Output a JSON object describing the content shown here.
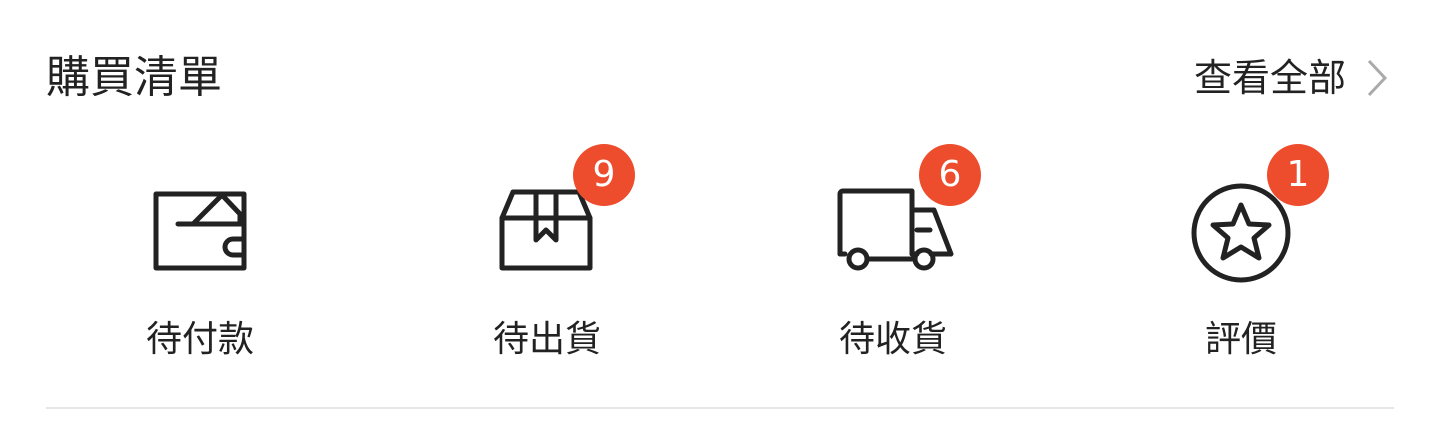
{
  "header": {
    "title": "購買清單",
    "view_all_label": "查看全部"
  },
  "items": [
    {
      "label": "待付款",
      "icon": "wallet-icon",
      "badge": null
    },
    {
      "label": "待出貨",
      "icon": "package-icon",
      "badge": "9"
    },
    {
      "label": "待收貨",
      "icon": "truck-icon",
      "badge": "6"
    },
    {
      "label": "評價",
      "icon": "star-icon",
      "badge": "1"
    }
  ],
  "colors": {
    "badge": "#ee4d2d",
    "text": "#222222"
  }
}
